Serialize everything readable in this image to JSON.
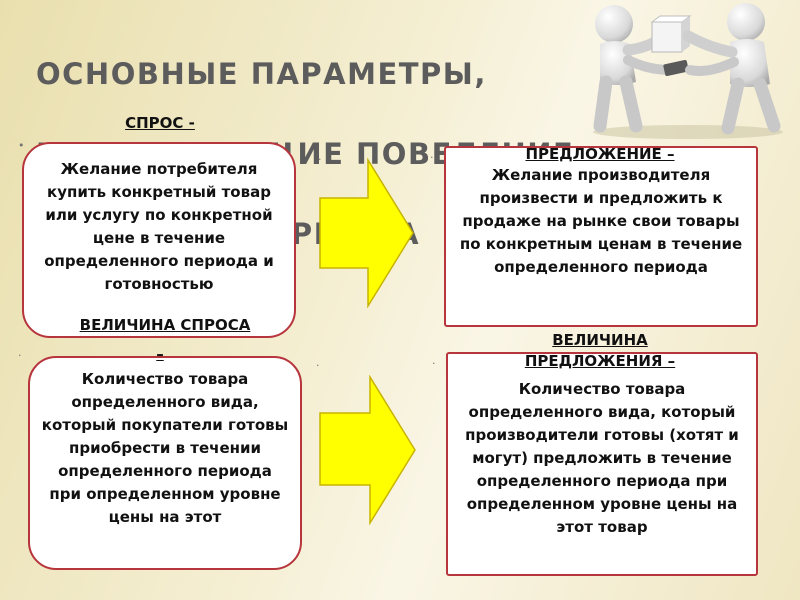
{
  "title": {
    "line1": "ОСНОВНЫЕ   ПАРАМЕТРЫ,",
    "line2": "РЕГУЛИРУЮЩИЕ   ПОВЕДЕНИЕ",
    "line3": "УЧАСТНИКОВ   РЫНКА"
  },
  "demand": {
    "heading": "СПРОС -",
    "text": "Желание потребителя купить конкретный товар или услугу по конкретной цене в течение определенного периода и готовностью"
  },
  "supply": {
    "heading": "ПРЕДЛОЖЕНИЕ –",
    "text": "Желание производителя произвести и предложить к продаже на рынке свои товары по конкретным ценам в течение определенного периода"
  },
  "demand_quantity": {
    "heading": "ВЕЛИЧИНА СПРОСА",
    "dash": "–",
    "text": "Количество товара определенного вида, который покупатели готовы приобрести в течении определенного периода при определенном уровне цены на этот"
  },
  "supply_quantity": {
    "heading_line1": "ВЕЛИЧИНА",
    "heading_line2": "ПРЕДЛОЖЕНИЯ –",
    "text": "Количество товара определенного вида, который производители готовы (хотят и могут) предложить в течение определенного периода при определенном уровне цены на этот товар"
  },
  "colors": {
    "box_border": "#b7353c",
    "arrow_fill": "#ffff00",
    "title_text": "#5c5c5c"
  }
}
